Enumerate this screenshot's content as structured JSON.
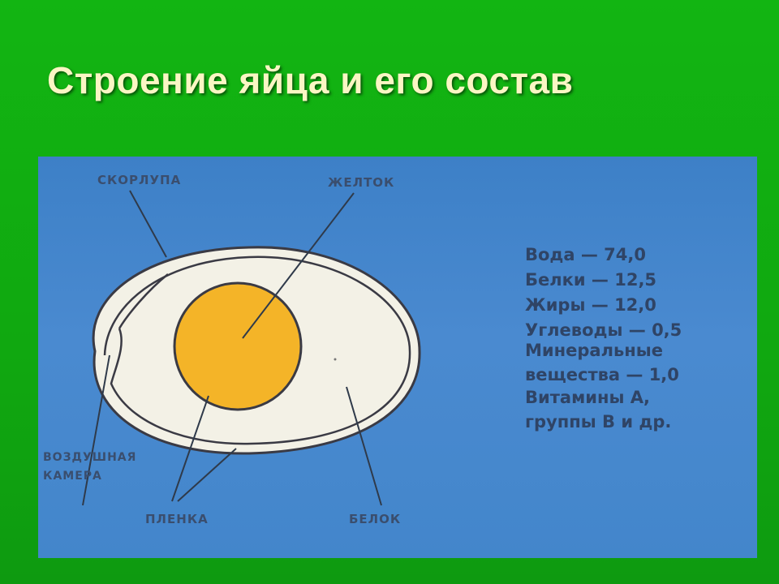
{
  "title": "Строение яйца и его состав",
  "labels": {
    "shell": "СКОРЛУПА",
    "yolk": "ЖЕЛТОК",
    "air_chamber_1": "ВОЗДУШНАЯ",
    "air_chamber_2": "КАМЕРА",
    "membrane": "ПЛЕНКА",
    "white": "БЕЛОК"
  },
  "composition": [
    "Вода — 74,0",
    "Белки — 12,5",
    "Жиры — 12,0",
    "Углеводы — 0,5",
    "Минеральные",
    "вещества — 1,0",
    "Витамины  А,",
    "группы  В  и  др."
  ],
  "colors": {
    "background": "#12b512",
    "title": "#fbf6c4",
    "picture_bg": "#4386cb",
    "egg_white": "#f3f1e6",
    "yolk": "#f4b428",
    "outline": "#3a3a44"
  }
}
